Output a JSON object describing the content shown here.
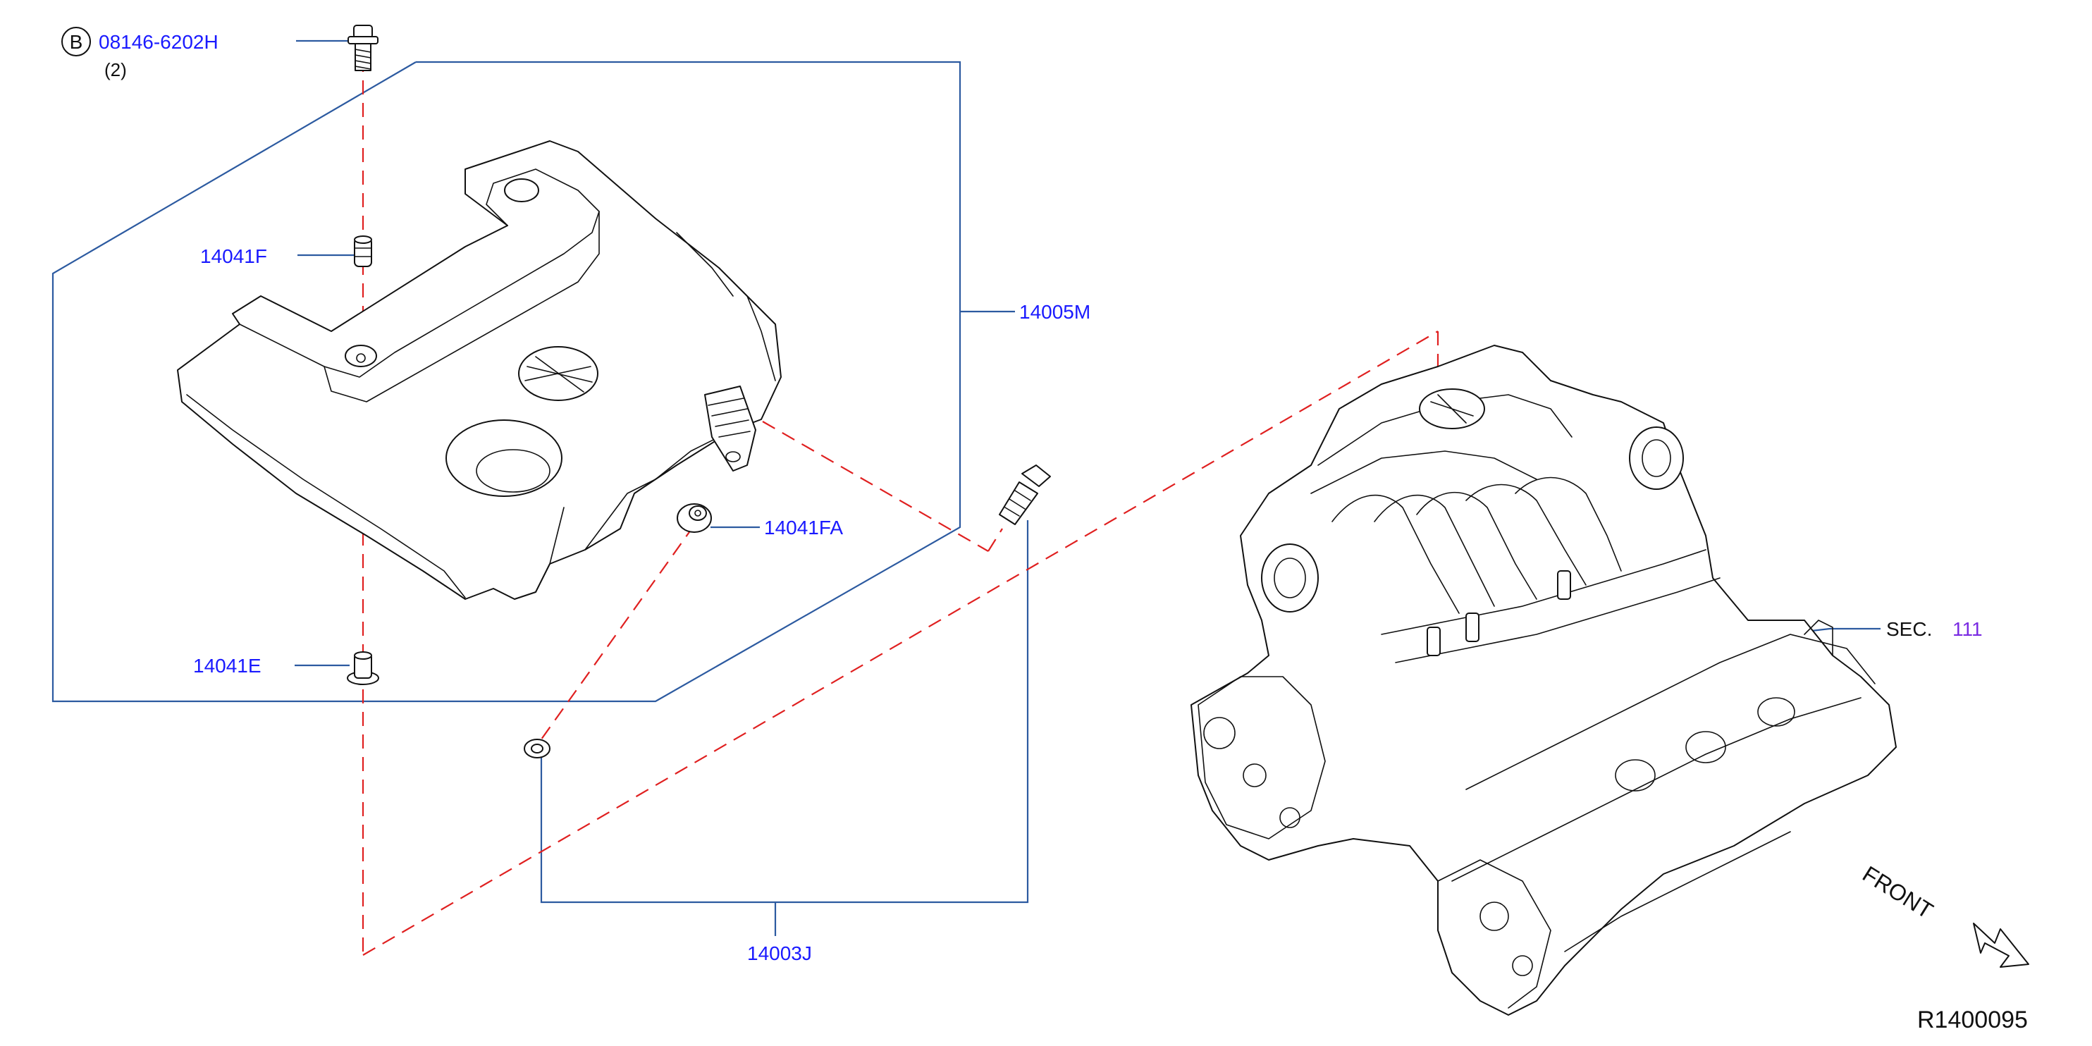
{
  "callouts": {
    "bolt_badge": "B",
    "bolt_part": "08146-6202H",
    "bolt_qty": "(2)",
    "grommet_upper": "14041F",
    "engine_cover": "14005M",
    "grommet_side": "14041FA",
    "grommet_lower": "14041E",
    "stud_set": "14003J",
    "section_prefix": "SEC.",
    "section_number": "111"
  },
  "front_label": "FRONT",
  "diagram_ref": "R1400095",
  "colors": {
    "callout_text": "#1a1aff",
    "leader_line": "#2c5aa0",
    "dashed_guide": "#e02020",
    "section_number": "#7a2be2"
  }
}
